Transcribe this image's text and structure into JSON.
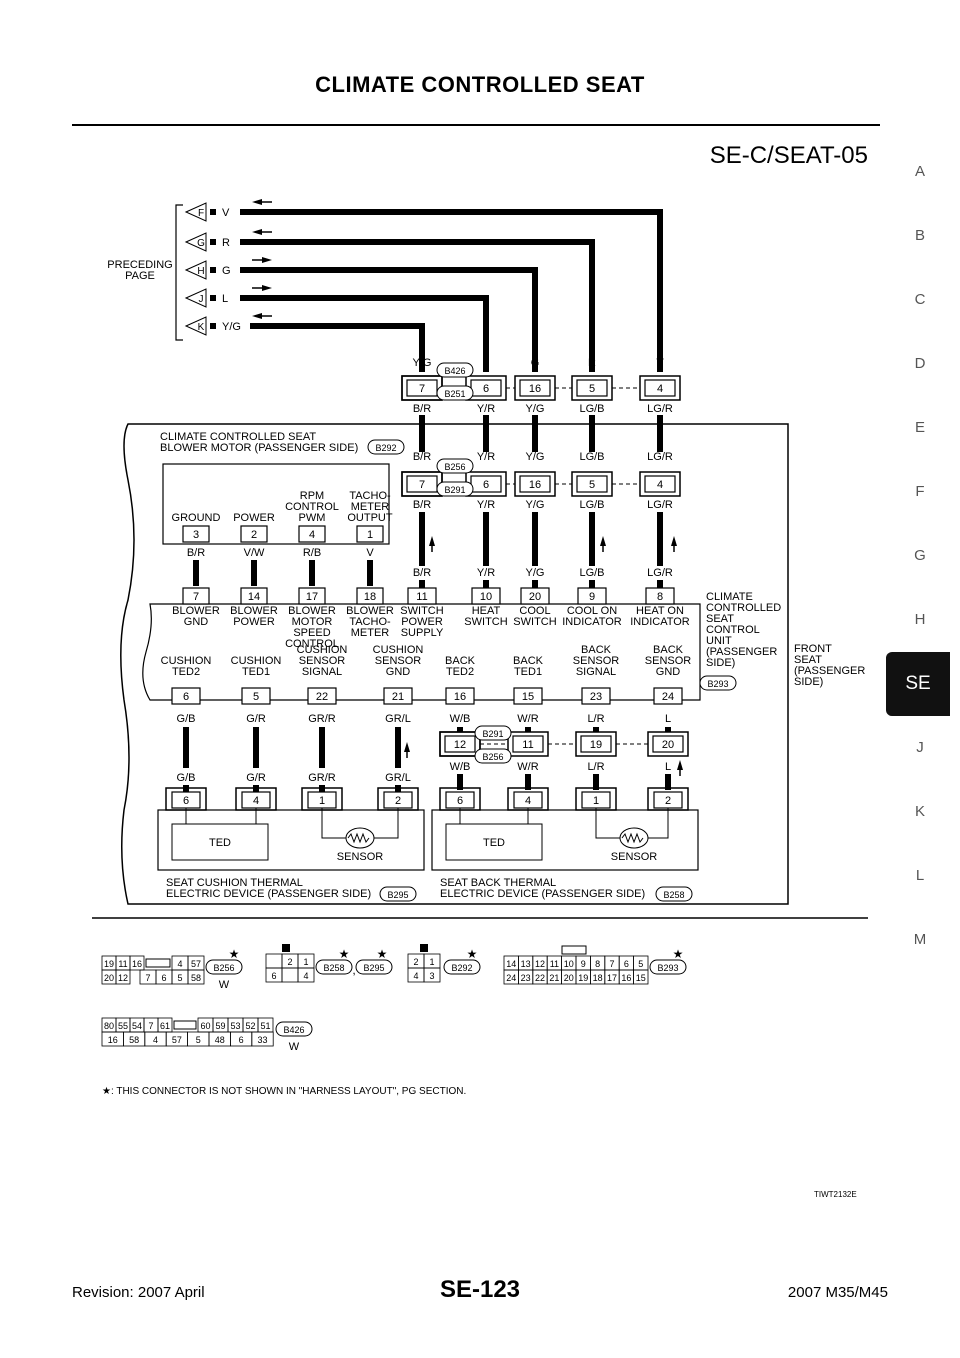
{
  "header": {
    "title": "CLIMATE CONTROLLED SEAT"
  },
  "diagram": {
    "code": "SE-C/SEAT-05",
    "preceding_page": [
      "PRECEDING",
      "PAGE"
    ],
    "preceding_links": [
      {
        "letter": "F",
        "wire": "V"
      },
      {
        "letter": "G",
        "wire": "R"
      },
      {
        "letter": "H",
        "wire": "G"
      },
      {
        "letter": "J",
        "wire": "L"
      },
      {
        "letter": "K",
        "wire": "Y/G"
      }
    ],
    "connector_b426": {
      "top_colors": [
        "Y/G",
        "L",
        "G",
        "R",
        "V"
      ],
      "pins": [
        "7",
        "6",
        "16",
        "5",
        "4"
      ],
      "bottom_colors": [
        "B/R",
        "Y/R",
        "Y/G",
        "LG/B",
        "LG/R"
      ],
      "labels": [
        "B426",
        "B251"
      ]
    },
    "connector_b256": {
      "top_colors": [
        "B/R",
        "Y/R",
        "Y/G",
        "LG/B",
        "LG/R"
      ],
      "pins": [
        "7",
        "6",
        "16",
        "5",
        "4"
      ],
      "bottom_colors": [
        "B/R",
        "Y/R",
        "Y/G",
        "LG/B",
        "LG/R"
      ],
      "labels": [
        "B256",
        "B291"
      ]
    },
    "blower_motor": {
      "title": [
        "CLIMATE CONTROLLED SEAT",
        "BLOWER MOTOR (PASSENGER SIDE)"
      ],
      "connector": "B292",
      "terminals": [
        {
          "name": [
            "GROUND"
          ],
          "pin": "3",
          "color": "B/R"
        },
        {
          "name": [
            "POWER"
          ],
          "pin": "2",
          "color": "V/W"
        },
        {
          "name": [
            "RPM",
            "CONTROL",
            "PWM"
          ],
          "pin": "4",
          "color": "R/B"
        },
        {
          "name": [
            "TACHO-",
            "METER",
            "OUTPUT"
          ],
          "pin": "1",
          "color": "V"
        }
      ]
    },
    "control_unit": {
      "title": [
        "CLIMATE",
        "CONTROLLED",
        "SEAT",
        "CONTROL",
        "UNIT",
        "(PASSENGER",
        "SIDE)"
      ],
      "connector": "B293",
      "top_colors": [
        "B/R",
        "Y/R",
        "Y/G",
        "LG/B",
        "LG/R"
      ],
      "top_terminals": [
        {
          "pin": "7",
          "name": [
            "BLOWER",
            "GND"
          ]
        },
        {
          "pin": "14",
          "name": [
            "BLOWER",
            "POWER"
          ]
        },
        {
          "pin": "17",
          "name": [
            "BLOWER",
            "MOTOR",
            "SPEED",
            "CONTROL"
          ]
        },
        {
          "pin": "18",
          "name": [
            "BLOWER",
            "TACHO-",
            "METER"
          ]
        },
        {
          "pin": "11",
          "name": [
            "SWITCH",
            "POWER",
            "SUPPLY"
          ]
        },
        {
          "pin": "10",
          "name": [
            "HEAT",
            "SWITCH"
          ]
        },
        {
          "pin": "20",
          "name": [
            "COOL",
            "SWITCH"
          ]
        },
        {
          "pin": "9",
          "name": [
            "COOL ON",
            "INDICATOR"
          ]
        },
        {
          "pin": "8",
          "name": [
            "HEAT ON",
            "INDICATOR"
          ]
        }
      ],
      "bottom_terminals": [
        {
          "pin": "6",
          "name": [
            "CUSHION",
            "TED2"
          ],
          "color": "G/B"
        },
        {
          "pin": "5",
          "name": [
            "CUSHION",
            "TED1"
          ],
          "color": "G/R"
        },
        {
          "pin": "22",
          "name": [
            "CUSHION",
            "SENSOR",
            "SIGNAL"
          ],
          "color": "GR/R"
        },
        {
          "pin": "21",
          "name": [
            "CUSHION",
            "SENSOR",
            "GND"
          ],
          "color": "GR/L"
        },
        {
          "pin": "16",
          "name": [
            "BACK",
            "TED2"
          ],
          "color": "W/B"
        },
        {
          "pin": "15",
          "name": [
            "BACK",
            "TED1"
          ],
          "color": "W/R"
        },
        {
          "pin": "23",
          "name": [
            "BACK",
            "SENSOR",
            "SIGNAL"
          ],
          "color": "L/R"
        },
        {
          "pin": "24",
          "name": [
            "BACK",
            "SENSOR",
            "GND"
          ],
          "color": "L"
        }
      ]
    },
    "front_seat": [
      "FRONT",
      "SEAT",
      "(PASSENGER",
      "SIDE)"
    ],
    "connector_b291": {
      "pins": [
        "12",
        "11",
        "19",
        "20"
      ],
      "bottom_colors": [
        "W/B",
        "W/R",
        "L/R",
        "L"
      ],
      "labels": [
        "B291",
        "B256"
      ]
    },
    "cushion_device": {
      "colors": [
        "G/B",
        "G/R",
        "GR/R",
        "GR/L"
      ],
      "pins": [
        "6",
        "4",
        "1",
        "2"
      ],
      "ted": "TED",
      "sensor": "SENSOR",
      "title": [
        "SEAT CUSHION THERMAL",
        "ELECTRIC DEVICE (PASSENGER SIDE)"
      ],
      "connector": "B295"
    },
    "back_device": {
      "pins": [
        "6",
        "4",
        "1",
        "2"
      ],
      "ted": "TED",
      "sensor": "SENSOR",
      "title": [
        "SEAT BACK THERMAL",
        "ELECTRIC DEVICE (PASSENGER SIDE)"
      ],
      "connector": "B258"
    }
  },
  "connector_views": {
    "b256": {
      "top": [
        "19",
        "11",
        "16",
        "",
        "4",
        "57"
      ],
      "bottom": [
        "20",
        "12",
        "",
        "7",
        "6",
        "5",
        "58"
      ],
      "label": "B256",
      "color": "W"
    },
    "b258": {
      "top": [
        "2",
        "1"
      ],
      "bottom": [
        "6",
        "4"
      ],
      "label": "B258",
      "sep": ","
    },
    "b295": {
      "label": "B295"
    },
    "b292": {
      "top": [
        "2",
        "1"
      ],
      "bottom": [
        "4",
        "3"
      ],
      "label": "B292"
    },
    "b293": {
      "top": [
        "14",
        "13",
        "12",
        "11",
        "10",
        "9",
        "8",
        "7",
        "6",
        "5"
      ],
      "bottom": [
        "24",
        "23",
        "22",
        "21",
        "20",
        "19",
        "18",
        "17",
        "16",
        "15"
      ],
      "label": "B293"
    },
    "b426": {
      "top": [
        "80",
        "55",
        "54",
        "7",
        "61",
        "",
        "60",
        "59",
        "53",
        "52",
        "51"
      ],
      "bottom": [
        "16",
        "58",
        "4",
        "57",
        "5",
        "48",
        "6",
        "33"
      ],
      "label": "B426",
      "color": "W"
    }
  },
  "note": ": THIS CONNECTOR IS NOT SHOWN IN \"HARNESS LAYOUT\", PG SECTION.",
  "figure_id": "TIWT2132E",
  "footer": {
    "revision": "Revision: 2007 April",
    "page": "SE-123",
    "model": "2007 M35/M45"
  },
  "side_index": [
    "A",
    "B",
    "C",
    "D",
    "E",
    "F",
    "G",
    "H",
    "SE",
    "J",
    "K",
    "L",
    "M"
  ],
  "side_index_active": "SE"
}
